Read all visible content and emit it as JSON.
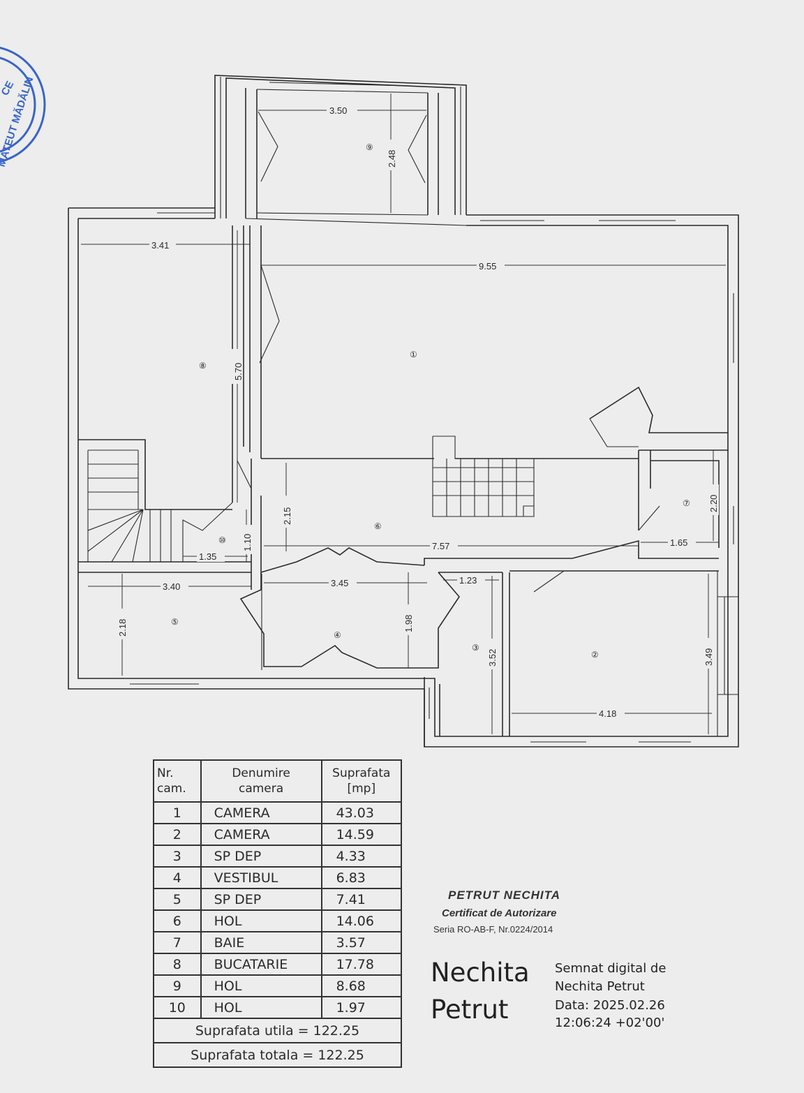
{
  "stamp": {
    "text": "CE",
    "text_lower": "MATEUT MĂDĂLIN"
  },
  "dimensions": {
    "d1": "3.50",
    "d2": "2.48",
    "d3": "3.41",
    "d4": "9.55",
    "d5": "5.70",
    "d6": "2.15",
    "d7": "7.57",
    "d8": "1.10",
    "d9": "1.35",
    "d10": "2.20",
    "d11": "1.65",
    "d12": "3.40",
    "d13": "3.45",
    "d14": "1.23",
    "d15": "2.18",
    "d16": "1.98",
    "d17": "3.52",
    "d18": "3.49",
    "d19": "4.18"
  },
  "rooms": {
    "r1": "①",
    "r2": "②",
    "r3": "③",
    "r4": "④",
    "r5": "⑤",
    "r6": "⑥",
    "r7": "⑦",
    "r8": "⑧",
    "r9": "⑨",
    "r10": "⑩"
  },
  "table": {
    "headers": {
      "nr_line1": "Nr.",
      "nr_line2": "cam.",
      "name_line1": "Denumire",
      "name_line2": "camera",
      "area_line1": "Suprafata",
      "area_line2": "[mp]"
    },
    "rows": [
      {
        "nr": "1",
        "name": "CAMERA",
        "area": "43.03"
      },
      {
        "nr": "2",
        "name": "CAMERA",
        "area": "14.59"
      },
      {
        "nr": "3",
        "name": "SP DEP",
        "area": "4.33"
      },
      {
        "nr": "4",
        "name": "VESTIBUL",
        "area": "6.83"
      },
      {
        "nr": "5",
        "name": "SP DEP",
        "area": "7.41"
      },
      {
        "nr": "6",
        "name": "HOL",
        "area": "14.06"
      },
      {
        "nr": "7",
        "name": "BAIE",
        "area": "3.57"
      },
      {
        "nr": "8",
        "name": "BUCATARIE",
        "area": "17.78"
      },
      {
        "nr": "9",
        "name": "HOL",
        "area": "8.68"
      },
      {
        "nr": "10",
        "name": "HOL",
        "area": "1.97"
      }
    ],
    "total_util": "Suprafata utila = 122.25",
    "total_total": "Suprafata totala = 122.25"
  },
  "certificate": {
    "name": "PETRUT NECHITA",
    "authorization": "Certificat de Autorizare",
    "serial": "Seria RO-AB-F, Nr.0224/2014"
  },
  "signature": {
    "first": "Nechita",
    "last": "Petrut",
    "line1": "Semnat digital de",
    "line2": "Nechita Petrut",
    "line3": "Data: 2025.02.26",
    "line4": "12:06:24 +02'00'"
  }
}
